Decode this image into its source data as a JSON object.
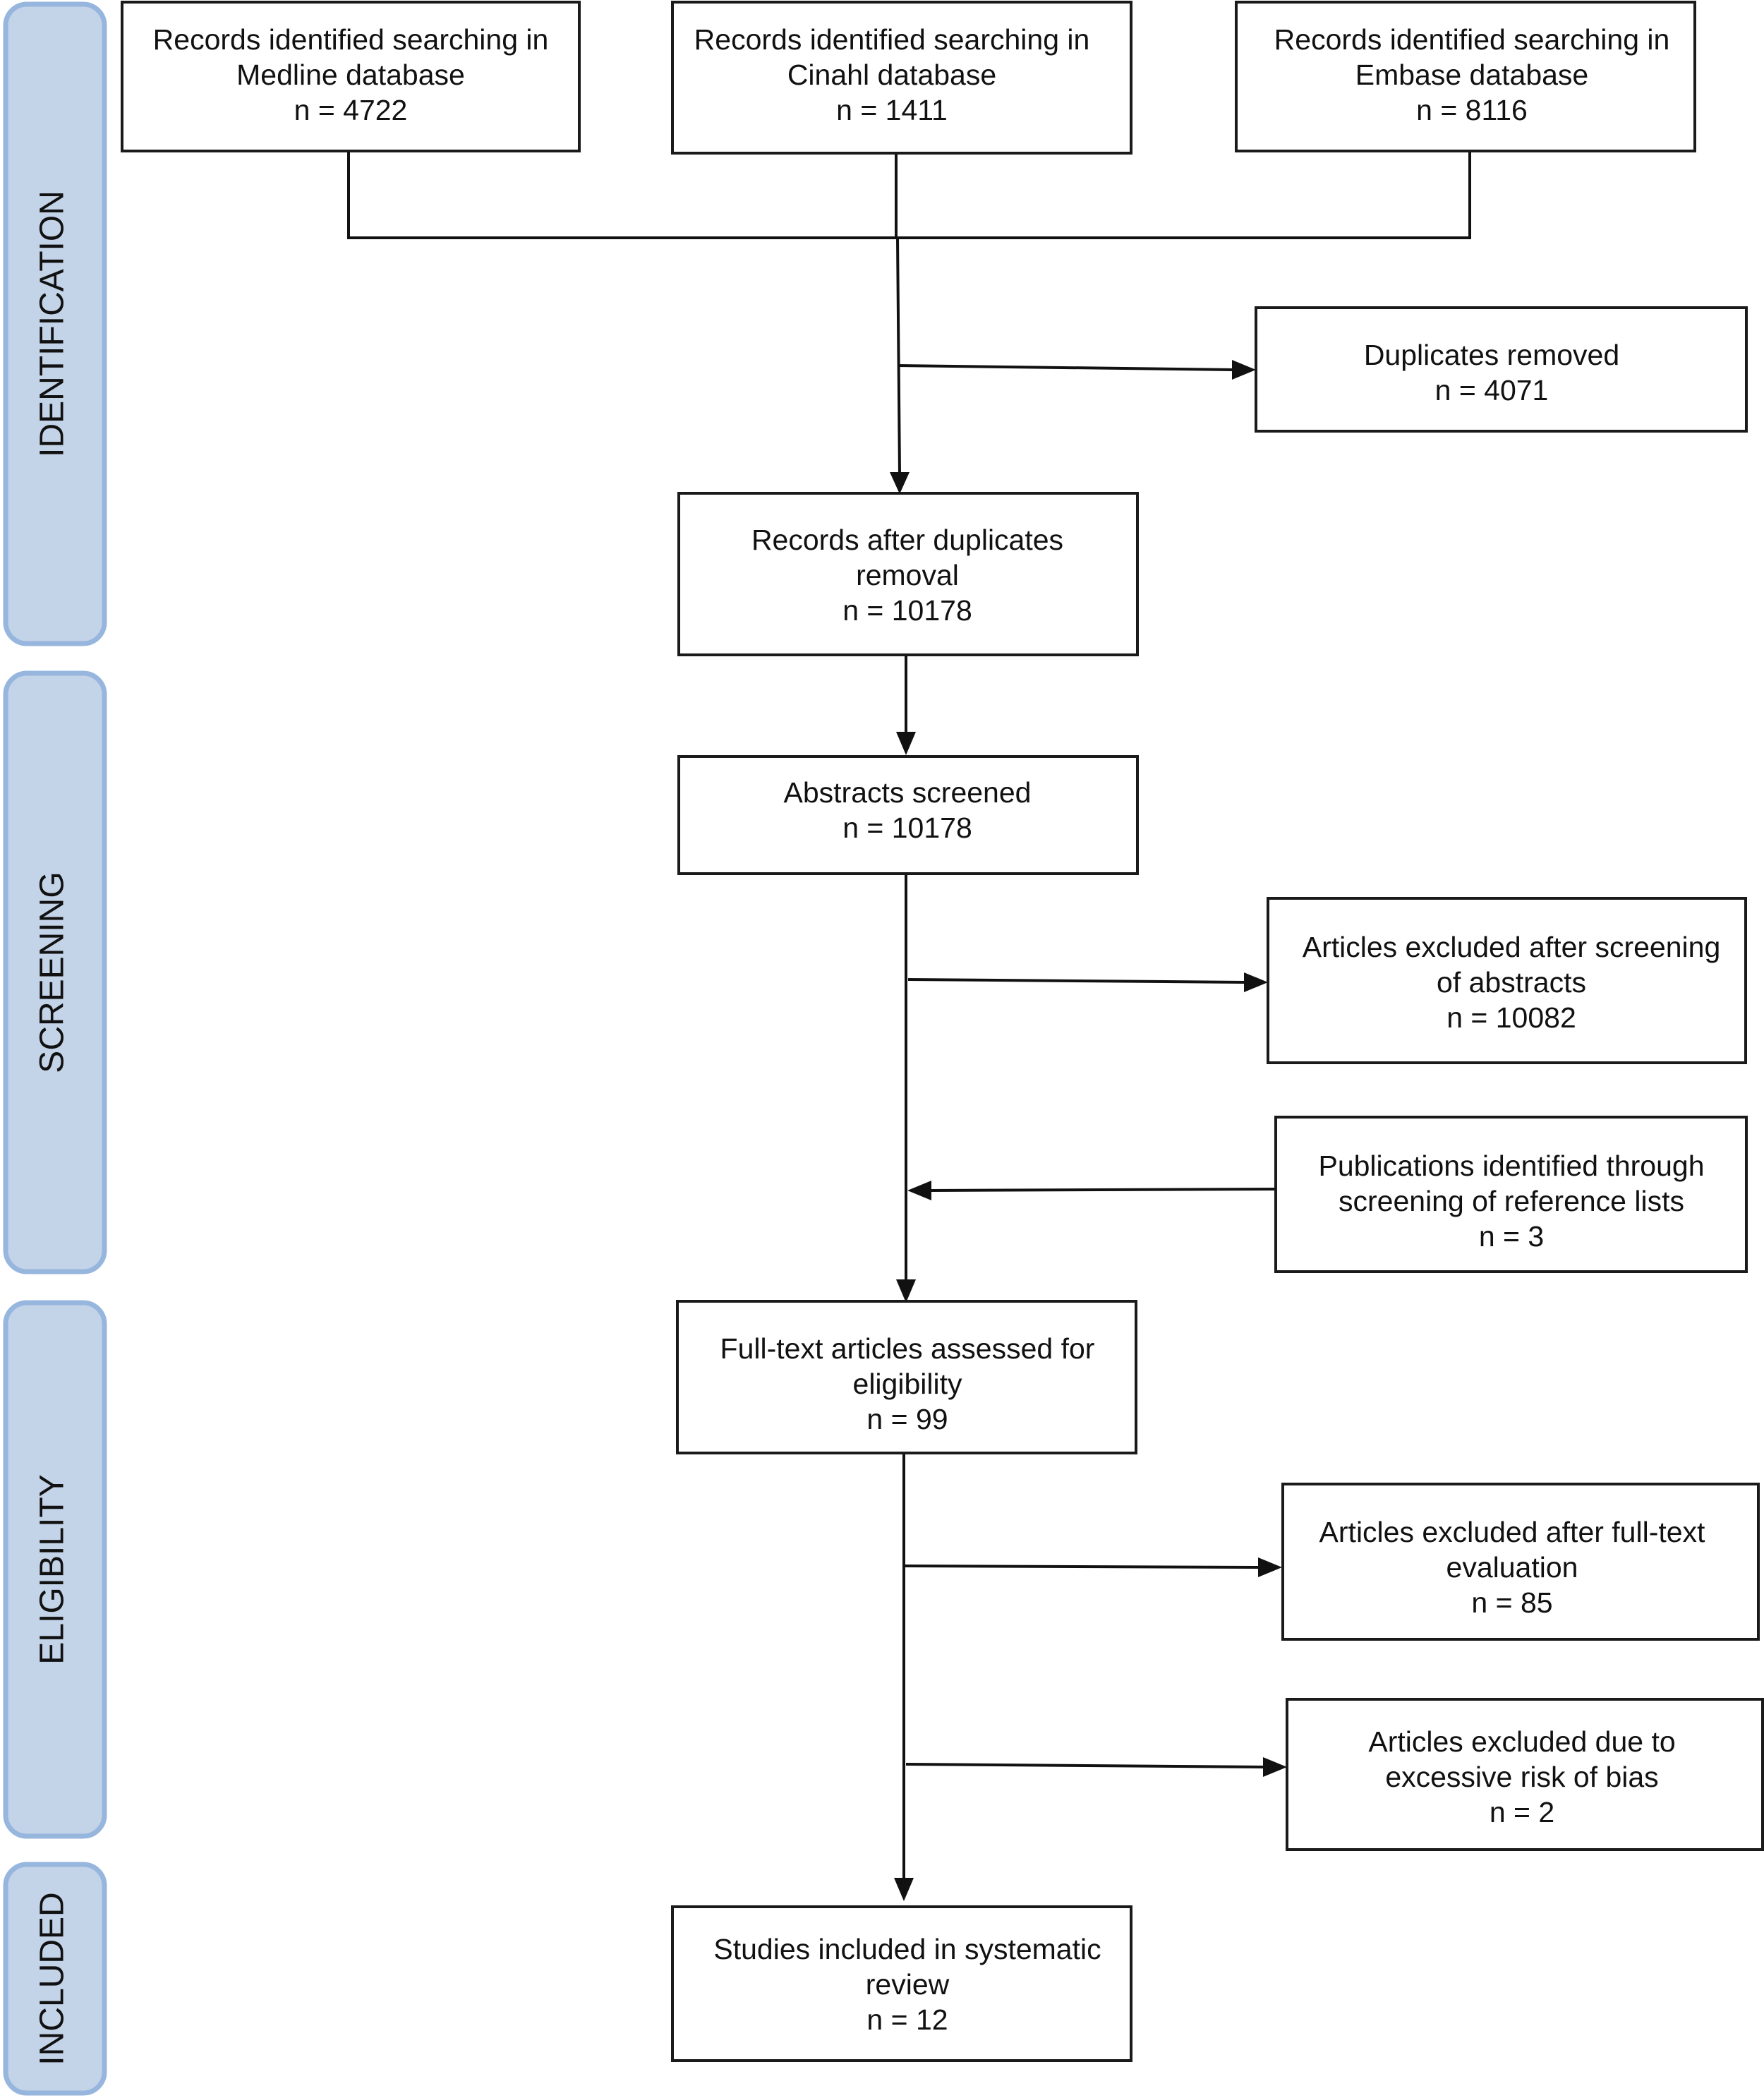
{
  "stages": [
    {
      "id": "identification",
      "label": "IDENTIFICATION"
    },
    {
      "id": "screening",
      "label": "SCREENING"
    },
    {
      "id": "eligibility",
      "label": "ELIGIBILITY"
    },
    {
      "id": "included",
      "label": "INCLUDED"
    }
  ],
  "boxes": {
    "medline": [
      "Records identified searching in",
      "Medline database",
      "n = 4722"
    ],
    "cinahl": [
      "Records identified searching in",
      "Cinahl database",
      "n = 1411"
    ],
    "embase": [
      "Records identified searching in",
      "Embase database",
      "n = 8116"
    ],
    "duplicates": [
      "Duplicates removed",
      "n = 4071"
    ],
    "after_duplicates": [
      "Records after duplicates",
      "removal",
      "n = 10178"
    ],
    "abstracts": [
      "Abstracts screened",
      "n = 10178"
    ],
    "excluded_abstracts": [
      "Articles excluded after screening",
      "of abstracts",
      "n = 10082"
    ],
    "reference_lists": [
      "Publications identified through",
      "screening of reference lists",
      "n = 3"
    ],
    "fulltext": [
      "Full-text articles assessed for",
      "eligibility",
      "n = 99"
    ],
    "excluded_fulltext": [
      "Articles excluded after full-text",
      "evaluation",
      "n = 85"
    ],
    "excluded_bias": [
      "Articles excluded due to",
      "excessive risk of bias",
      "n = 2"
    ],
    "included": [
      "Studies included in systematic",
      "review",
      "n = 12"
    ]
  }
}
